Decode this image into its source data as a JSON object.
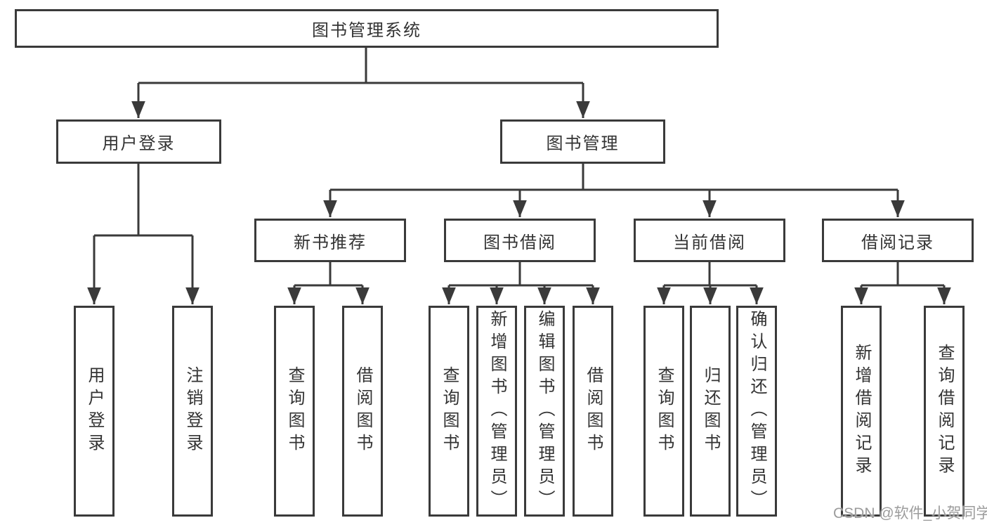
{
  "tree": {
    "root": {
      "label": "图书管理系统",
      "children": [
        {
          "label": "用户登录",
          "children": [
            {
              "label": "用户登录"
            },
            {
              "label": "注销登录"
            }
          ]
        },
        {
          "label": "图书管理",
          "children": [
            {
              "label": "新书推荐",
              "children": [
                {
                  "label": "查询图书"
                },
                {
                  "label": "借阅图书"
                }
              ]
            },
            {
              "label": "图书借阅",
              "children": [
                {
                  "label": "查询图书"
                },
                {
                  "label": "新增图书（管理员）"
                },
                {
                  "label": "编辑图书（管理员）"
                },
                {
                  "label": "借阅图书"
                }
              ]
            },
            {
              "label": "当前借阅",
              "children": [
                {
                  "label": "查询图书"
                },
                {
                  "label": "归还图书"
                },
                {
                  "label": "确认归还（管理员）"
                }
              ]
            },
            {
              "label": "借阅记录",
              "children": [
                {
                  "label": "新增借阅记录"
                },
                {
                  "label": "查询借阅记录"
                }
              ]
            }
          ]
        }
      ]
    }
  },
  "watermark": {
    "text": "CSDN @软件_小贺同学"
  },
  "colors": {
    "line": "#3a3a3a",
    "box_border": "#3a3a3a",
    "box_fill": "#ffffff",
    "text": "#333333",
    "background": "#ffffff",
    "watermark": "#9c9c9c"
  }
}
